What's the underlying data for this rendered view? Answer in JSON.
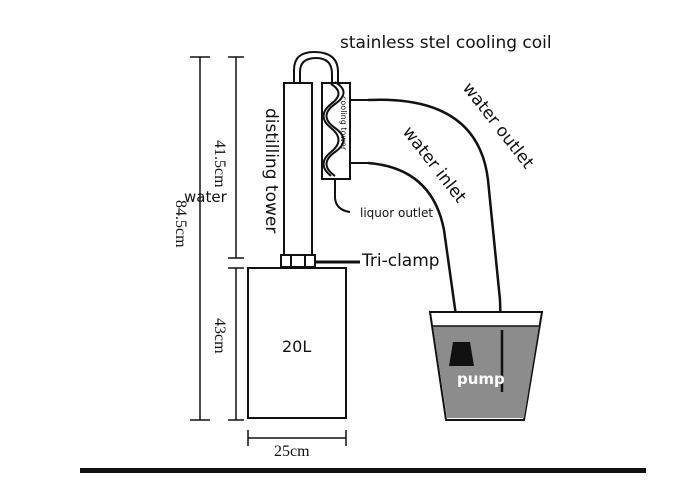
{
  "labels": {
    "cooling_coil": "stainless stel cooling coil",
    "water_outlet": "water outlet",
    "water_inlet": "water inlet",
    "cooling_tower": "cooling tower",
    "distilling_tower": "distilling tower",
    "liquor_outlet": "liquor outlet",
    "tri_clamp": "Tri-clamp",
    "water": "water",
    "pump": "pump",
    "tank_volume": "20L"
  },
  "dimensions": {
    "total_height": "84.5cm",
    "tower_height": "41.5cm",
    "tank_height": "43cm",
    "tank_width": "25cm"
  },
  "colors": {
    "line": "#111111",
    "water": "#8c8c8c",
    "pump": "#111111"
  }
}
